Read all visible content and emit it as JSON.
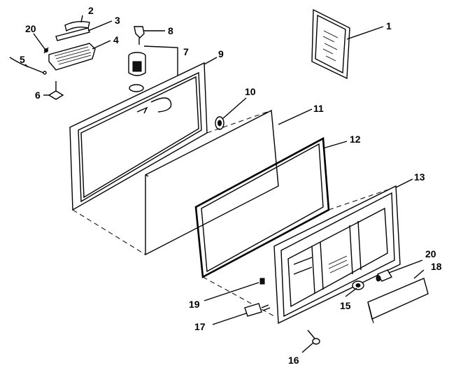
{
  "callouts": [
    {
      "id": "c1",
      "text": "1"
    },
    {
      "id": "c2",
      "text": "2"
    },
    {
      "id": "c3",
      "text": "3"
    },
    {
      "id": "c4",
      "text": "4"
    },
    {
      "id": "c5",
      "text": "5"
    },
    {
      "id": "c6",
      "text": "6"
    },
    {
      "id": "c7",
      "text": "7"
    },
    {
      "id": "c8",
      "text": "8"
    },
    {
      "id": "c9",
      "text": "9"
    },
    {
      "id": "c10",
      "text": "10"
    },
    {
      "id": "c11",
      "text": "11"
    },
    {
      "id": "c12",
      "text": "12"
    },
    {
      "id": "c13",
      "text": "13"
    },
    {
      "id": "c15",
      "text": "15"
    },
    {
      "id": "c16",
      "text": "16"
    },
    {
      "id": "c17",
      "text": "17"
    },
    {
      "id": "c18",
      "text": "18"
    },
    {
      "id": "c19",
      "text": "19"
    },
    {
      "id": "c20a",
      "text": "20"
    },
    {
      "id": "c20b",
      "text": "20"
    }
  ]
}
